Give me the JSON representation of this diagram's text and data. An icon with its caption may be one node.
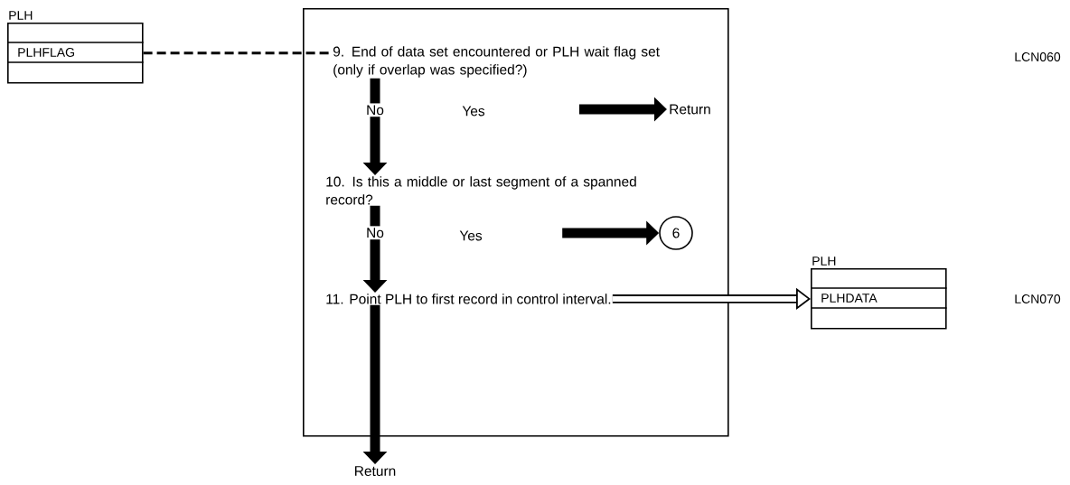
{
  "diagram": {
    "nodes": [
      {
        "text": [
          "PLH",
          "PLHFLAG"
        ]
      },
      {
        "text": [],
        "shape": "box"
      },
      {
        "text": [
          "9. End of data set encountered or PLH wait flag set (only if overlap was specified?)"
        ],
        "in": 1
      },
      {
        "text": [
          "10. Is this a middle or last segment of a spanned record?"
        ],
        "in": 1
      },
      {
        "text": [
          "11. Point PLH to first record in control interval."
        ],
        "in": 1
      },
      {
        "text": [
          "Return"
        ],
        "in": 1
      },
      {
        "text": [
          "6"
        ],
        "in": 1
      },
      {
        "text": [
          "PLH",
          "PLHDATA"
        ]
      },
      {
        "text": [
          "Return"
        ]
      }
    ],
    "edges": [
      {
        "from": 0,
        "to": 2,
        "arrow": "none",
        "style": "dashed"
      },
      {
        "from": 2,
        "to": 3,
        "arrow": "to",
        "label": "No"
      },
      {
        "from": null,
        "to": 5,
        "arrow": "to"
      },
      {
        "from": 3,
        "to": 4,
        "arrow": "to",
        "label": "No"
      },
      {
        "from": null,
        "to": 6,
        "arrow": "to"
      },
      {
        "from": 4,
        "to": 7,
        "arrow": "to"
      },
      {
        "from": 4,
        "to": 8,
        "arrow": "to"
      }
    ],
    "labels": [
      "LCN060",
      "Yes",
      "Yes",
      "LCN070"
    ]
  }
}
